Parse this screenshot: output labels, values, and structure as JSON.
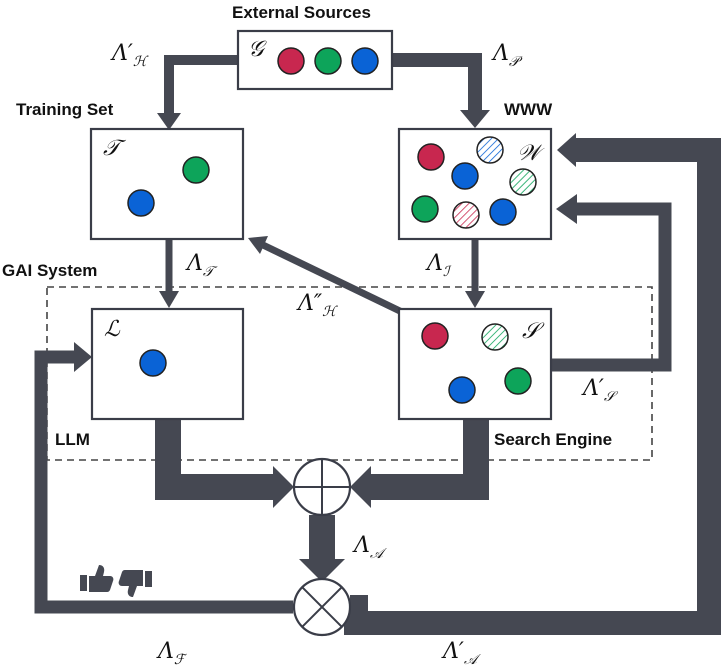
{
  "labels": {
    "external_sources": "External Sources",
    "training_set": "Training Set",
    "www": "WWW",
    "gai_system": "GAI System",
    "llm": "LLM",
    "search_engine": "Search Engine"
  },
  "boxes": {
    "external": "𝒢",
    "training": "𝒯",
    "www": "𝒲",
    "llm": "ℒ",
    "search": "𝒮"
  },
  "edges": {
    "lambda_h_prime": {
      "main": "Λ′",
      "sub": "ℋ"
    },
    "lambda_p": {
      "main": "Λ",
      "sub": "𝒫"
    },
    "lambda_t": {
      "main": "Λ",
      "sub": "𝒯"
    },
    "lambda_i": {
      "main": "Λ",
      "sub": "ℐ"
    },
    "lambda_h_dprime": {
      "main": "Λ″",
      "sub": "ℋ"
    },
    "lambda_s_prime": {
      "main": "Λ′",
      "sub": "𝒮"
    },
    "lambda_a": {
      "main": "Λ",
      "sub": "𝒜"
    },
    "lambda_f": {
      "main": "Λ",
      "sub": "ℱ"
    },
    "lambda_a_prime": {
      "main": "Λ′",
      "sub": "𝒜"
    }
  },
  "colors": {
    "red": "#c8274f",
    "green": "#0da45a",
    "blue": "#0a63d6",
    "arrow": "#454852",
    "box_border": "#3a3d48"
  },
  "icons": [
    "thumbs-up-icon",
    "thumbs-down-icon",
    "circle-plus-icon",
    "circle-times-icon"
  ]
}
